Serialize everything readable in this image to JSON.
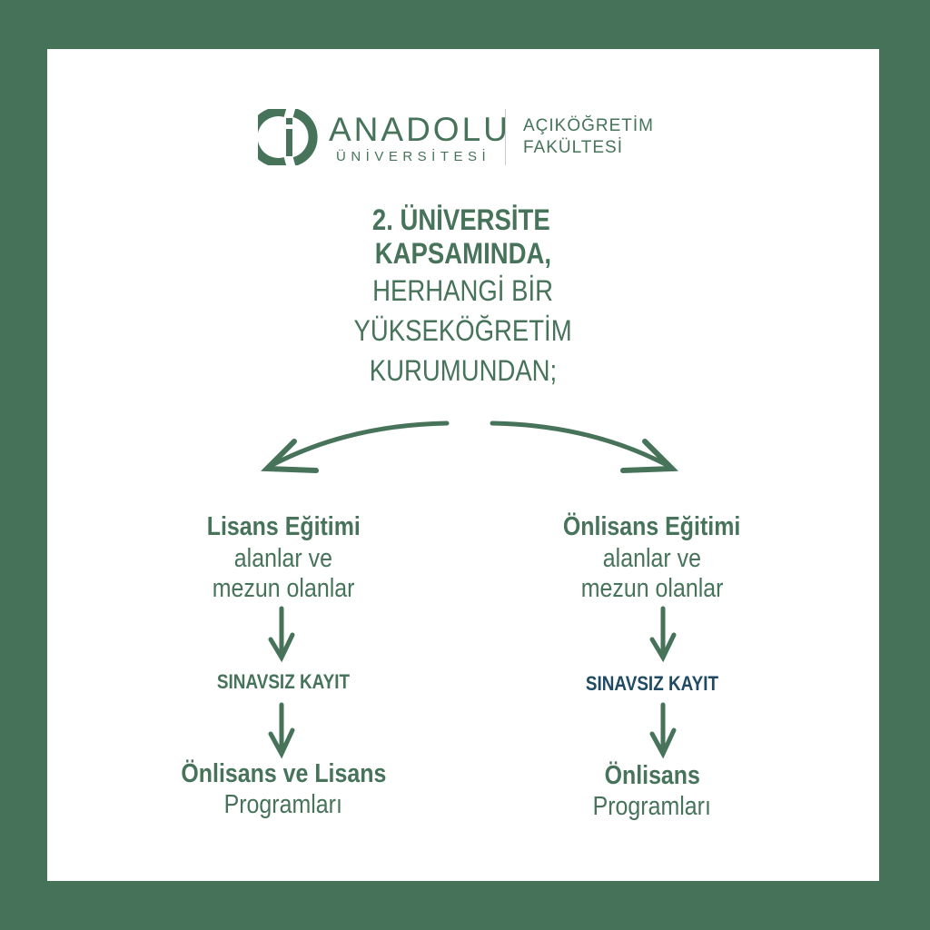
{
  "logo": {
    "name": "ANADOLU",
    "subtitle": "ÜNİVERSİTESİ",
    "faculty_line1": "AÇIKÖĞRETİM",
    "faculty_line2": "FAKÜLTESİ"
  },
  "heading": {
    "line1": "2. ÜNİVERSİTE",
    "line2": "KAPSAMINDA,",
    "line3": "HERHANGİ BİR",
    "line4": "YÜKSEKÖĞRETİM",
    "line5": "KURUMUNDAN;"
  },
  "left": {
    "title": "Lisans Eğitimi",
    "line2": "alanlar ve",
    "line3": "mezun olanlar",
    "action": "SINAVSIZ KAYIT",
    "result_title": "Önlisans ve Lisans",
    "result_sub": "Programları"
  },
  "right": {
    "title": "Önlisans Eğitimi",
    "line2": "alanlar ve",
    "line3": "mezun olanlar",
    "action": "SINAVSIZ KAYIT",
    "result_title": "Önlisans",
    "result_sub": "Programları"
  },
  "colors": {
    "green": "#46735a",
    "blue": "#1f4a63",
    "border": "#47725a"
  }
}
